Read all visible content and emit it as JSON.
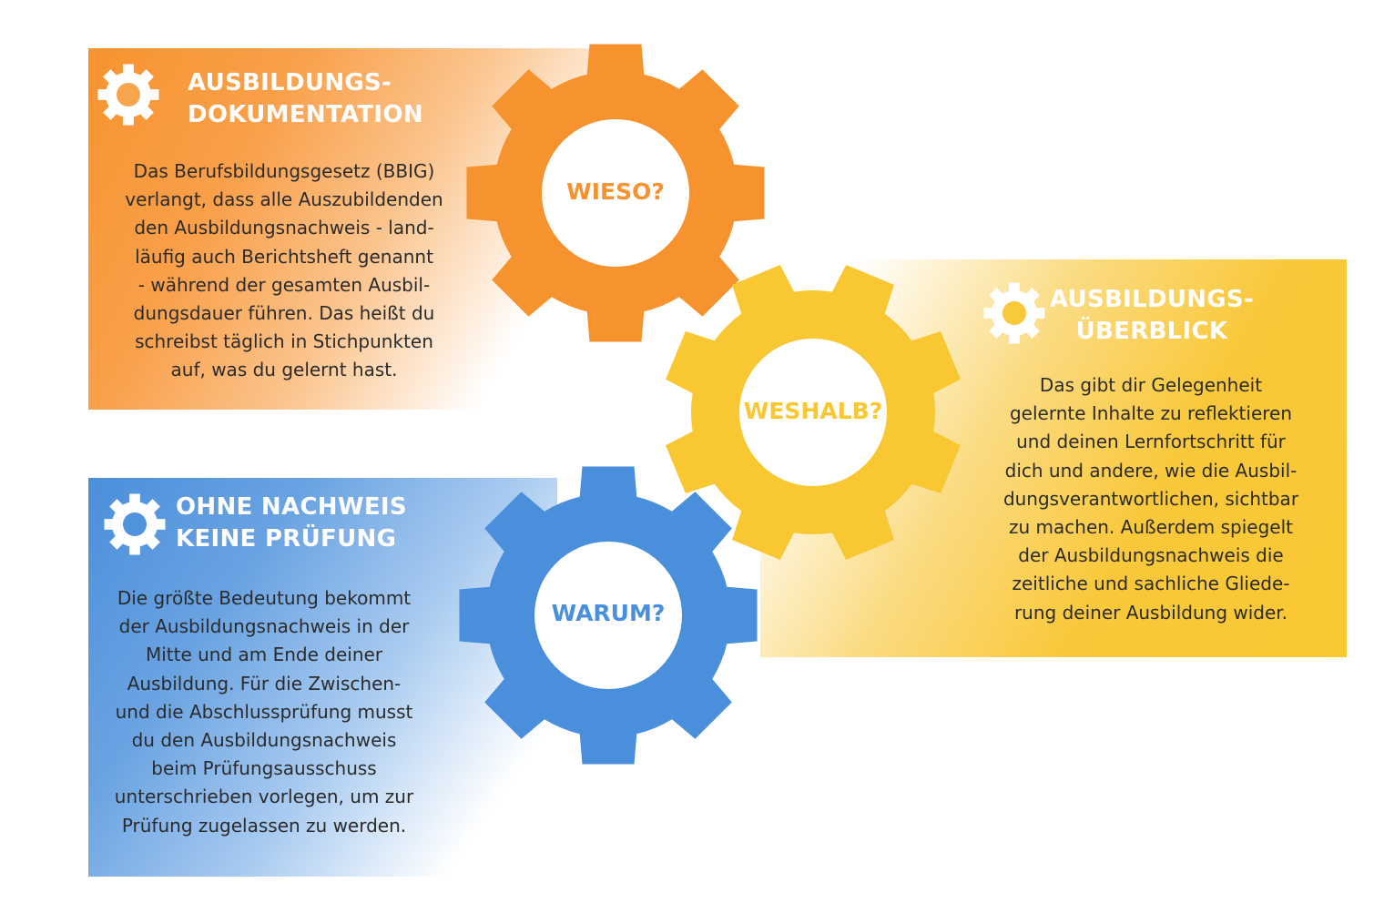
{
  "colors": {
    "orange": "#f7932f",
    "yellow": "#f9c732",
    "blue": "#4a8fdb",
    "text": "#2b2b2b"
  },
  "orange_panel": {
    "heading": [
      "AUSBILDUNGS-",
      "DOKUMENTATION"
    ],
    "body": [
      "Das Berufsbildungsgesetz (BBIG)",
      "verlangt, dass alle Auszubildenden",
      "den Ausbildungsnachweis - land-",
      "läufig auch Berichtsheft genannt",
      "- während der gesamten Ausbil-",
      "dungsdauer führen. Das heißt du",
      "schreibst täglich in Stichpunkten",
      "auf, was du gelernt hast."
    ]
  },
  "yellow_panel": {
    "heading": [
      "AUSBILDUNGS-",
      "ÜBERBLICK"
    ],
    "body": [
      "Das gibt dir Gelegenheit",
      "gelernte Inhalte zu reflektieren",
      "und deinen Lernfortschritt für",
      "dich und andere, wie die Ausbil-",
      "dungsverantwortlichen, sichtbar",
      "zu machen. Außerdem spiegelt",
      "der Ausbildungsnachweis die",
      "zeitliche und sachliche Gliede-",
      "rung deiner Ausbildung wider."
    ]
  },
  "blue_panel": {
    "heading": [
      "OHNE NACHWEIS",
      "KEINE PRÜFUNG"
    ],
    "body": [
      "Die größte Bedeutung bekommt",
      "der Ausbildungsnachweis in der",
      "Mitte und am Ende deiner",
      "Ausbildung. Für die Zwischen-",
      "und die Abschlussprüfung musst",
      "du den Ausbildungsnachweis",
      "beim Prüfungsausschuss",
      "unterschrieben vorlegen, um zur",
      "Prüfung zugelassen zu werden."
    ]
  },
  "gears": {
    "orange_label": "WIESO?",
    "yellow_label": "WESHALB?",
    "blue_label": "WARUM?"
  },
  "icons": {
    "panel_icon": "gear-icon"
  }
}
